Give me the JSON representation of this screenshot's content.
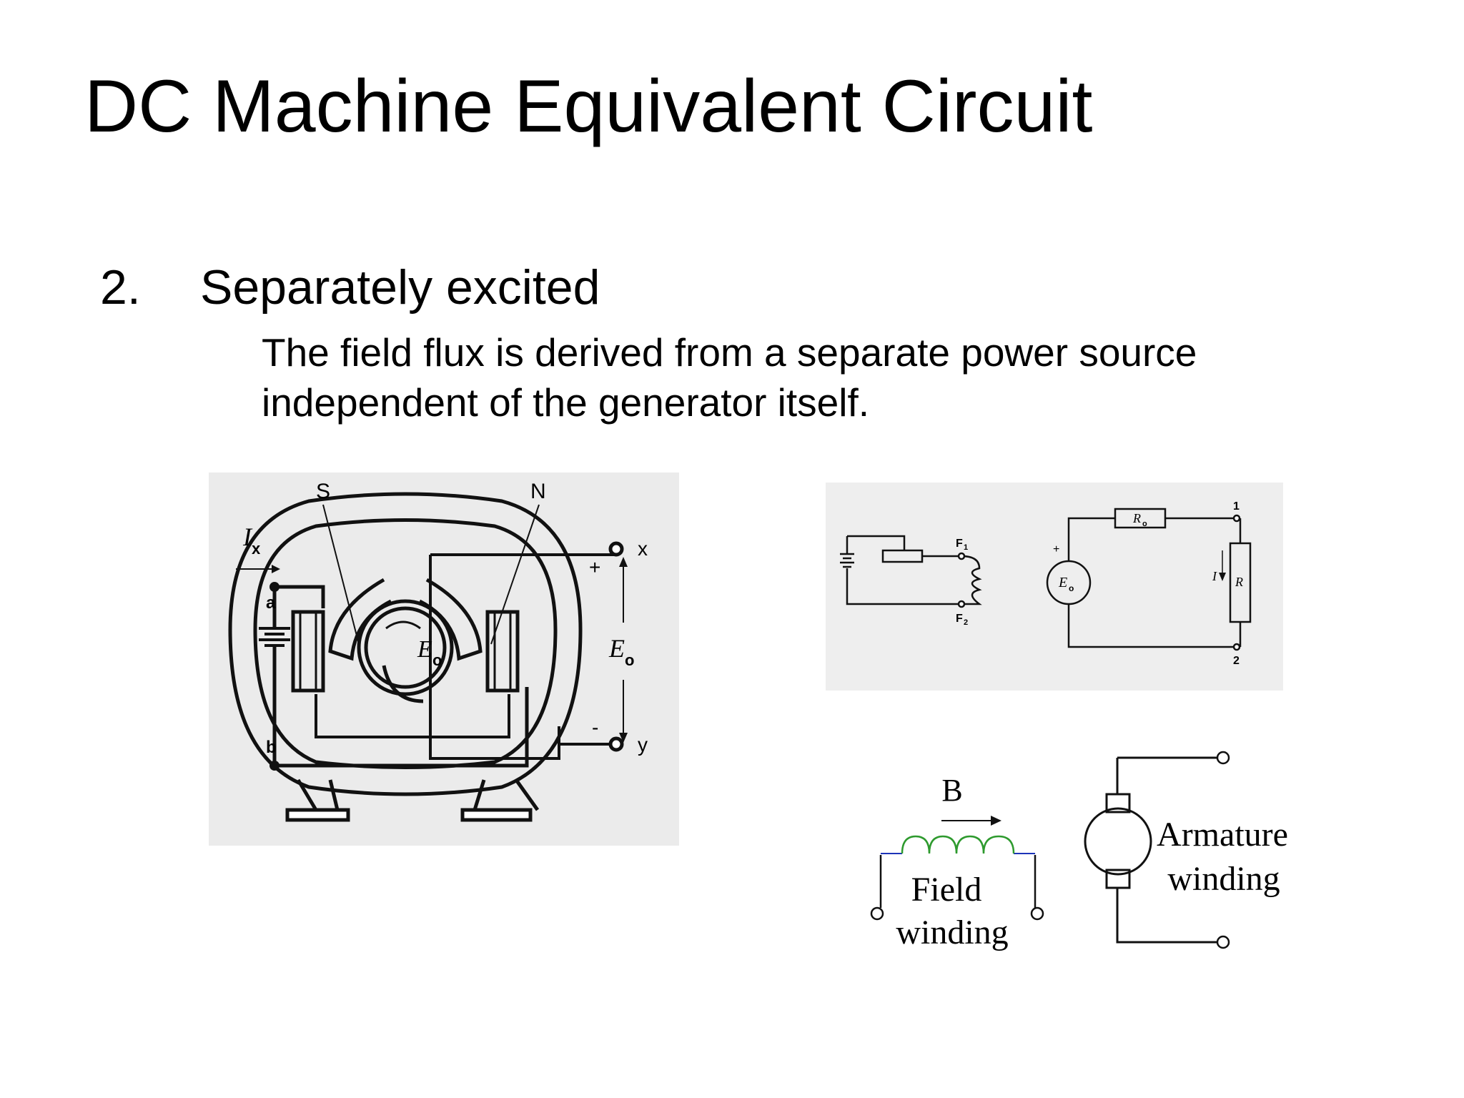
{
  "slide": {
    "title": "DC Machine Equivalent Circuit",
    "bullet_number": "2.",
    "bullet_heading": "Separately excited",
    "bullet_body_lines": [
      "The field flux is derived from a separate power source",
      "independent of the generator itself."
    ]
  },
  "machine_figure": {
    "pole_s": "S",
    "pole_n": "N",
    "current_symbol": "I",
    "current_subscript": "x",
    "terminal_a": "a",
    "terminal_b": "b",
    "terminal_x": "x",
    "terminal_y": "y",
    "plus": "+",
    "minus": "-",
    "emf_symbol": "E",
    "emf_subscript": "o"
  },
  "circuit_figure": {
    "field_terminal_1": "F",
    "field_terminal_1_sub": "1",
    "field_terminal_2": "F",
    "field_terminal_2_sub": "2",
    "plus": "+",
    "emf_symbol": "E",
    "emf_subscript": "o",
    "resistor_symbol": "R",
    "resistor_subscript": "o",
    "current_symbol": "I",
    "load_symbol": "R",
    "terminal_1": "1",
    "terminal_2": "2"
  },
  "windings_figure": {
    "flux_label": "B",
    "field_label_line1": "Field",
    "field_label_line2": "winding",
    "armature_label_line1": "Armature",
    "armature_label_line2": "winding"
  },
  "colors": {
    "figure_background": "#ebebeb",
    "circuit_background": "#eeeeee",
    "field_coil": "#2e9a2e",
    "field_leads": "#1d34b8",
    "ink": "#111111"
  }
}
